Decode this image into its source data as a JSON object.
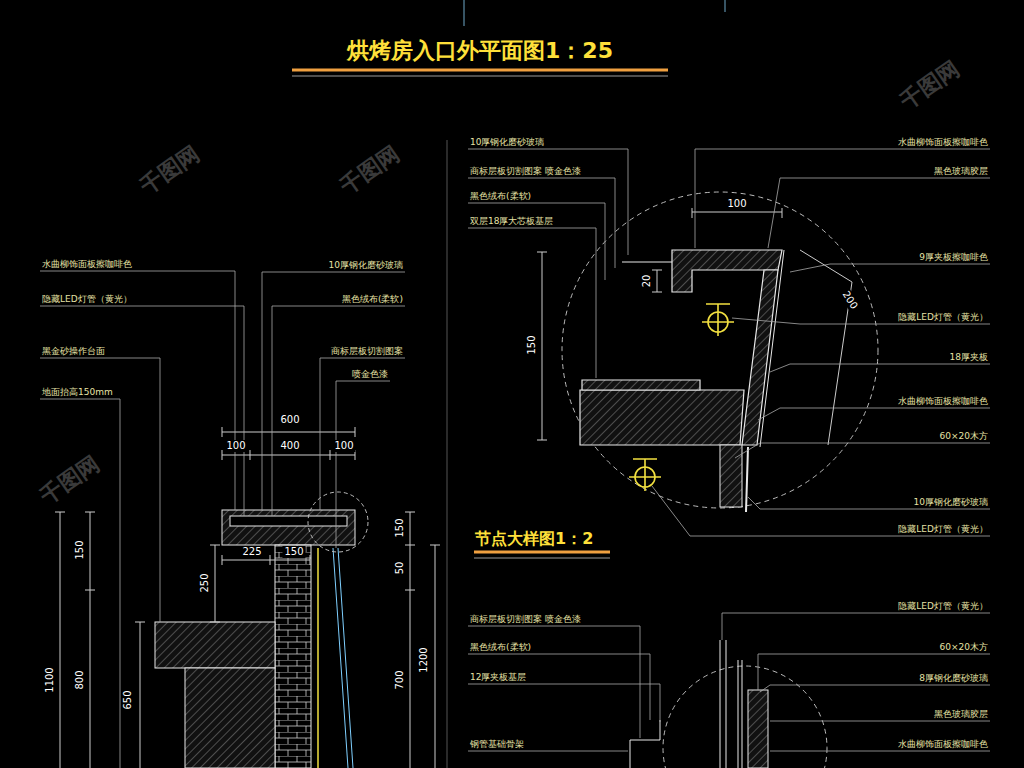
{
  "diagram": {
    "title": "烘烤房入口外平面图1：25",
    "labels": [
      "节点大样图1：2",
      "10厚钢化磨砂玻璃",
      "商标层板切割图案 喷金色漆",
      "黑色绒布(柔软)",
      "双层18厚大芯板基层",
      "水曲柳饰面板擦咖啡色",
      "黑色玻璃胶层",
      "9厚夹板擦咖啡色",
      "隐藏LED灯管（黄光）",
      "18厚夹板",
      "水曲柳饰面板擦咖啡色",
      "60×20木方",
      "10厚钢化磨砂玻璃",
      "隐藏LED灯管（黄光）",
      "100",
      "200",
      "150",
      "20",
      "商标层板切割图案 喷金色漆",
      "黑色绒布(柔软)",
      "12厚夹板基层",
      "钢管基础骨架",
      "隐藏LED灯管（黄光）",
      "60×20木方",
      "8厚钢化磨砂玻璃",
      "黑色玻璃胶层",
      "水曲柳饰面板擦咖啡色",
      "水曲柳饰面板擦咖啡色",
      "隐藏LED灯管（黄光）",
      "黑金砂操作台面",
      "地面抬高150mm",
      "10厚钢化磨砂玻璃",
      "黑色绒布(柔软)",
      "商标层板切割图案",
      "喷金色漆",
      "600",
      "100",
      "400",
      "100",
      "225",
      "150",
      "150",
      "250",
      "1100",
      "800",
      "650",
      "150",
      "50",
      "700",
      "1200",
      "千图网",
      "千图网",
      "千图网",
      "千图网"
    ]
  }
}
